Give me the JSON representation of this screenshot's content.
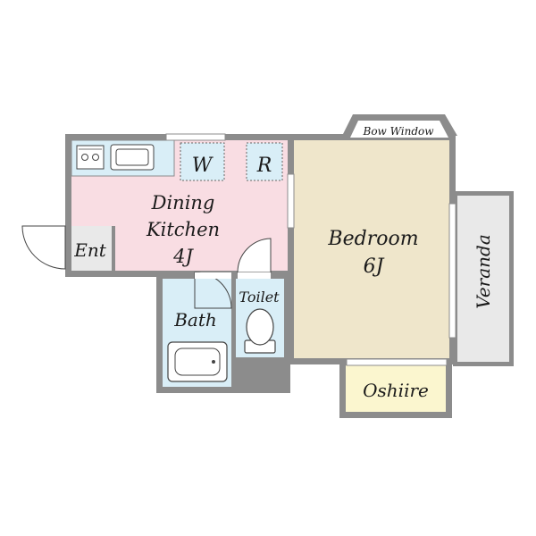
{
  "rooms": {
    "dining_kitchen": {
      "name_line1": "Dining",
      "name_line2": "Kitchen",
      "size": "4J",
      "color": "#f9dde3"
    },
    "bedroom": {
      "name": "Bedroom",
      "size": "6J",
      "color": "#efe6cb"
    },
    "bath": {
      "name": "Bath",
      "color": "#d9eef7"
    },
    "toilet": {
      "name": "Toilet",
      "color": "#d9eef7"
    },
    "entrance": {
      "name": "Ent",
      "color": "#e9e9e9"
    },
    "oshiire": {
      "name": "Oshiire",
      "color": "#fbf6cf"
    },
    "veranda": {
      "name": "Veranda",
      "color": "#e9e9e9"
    }
  },
  "fixtures": {
    "washer": "W",
    "refrigerator": "R",
    "bow_window": "Bow Window"
  },
  "colors": {
    "wall": "#8c8c8c",
    "kitchen_counter": "#d9eef7",
    "window": "#ffffff"
  }
}
